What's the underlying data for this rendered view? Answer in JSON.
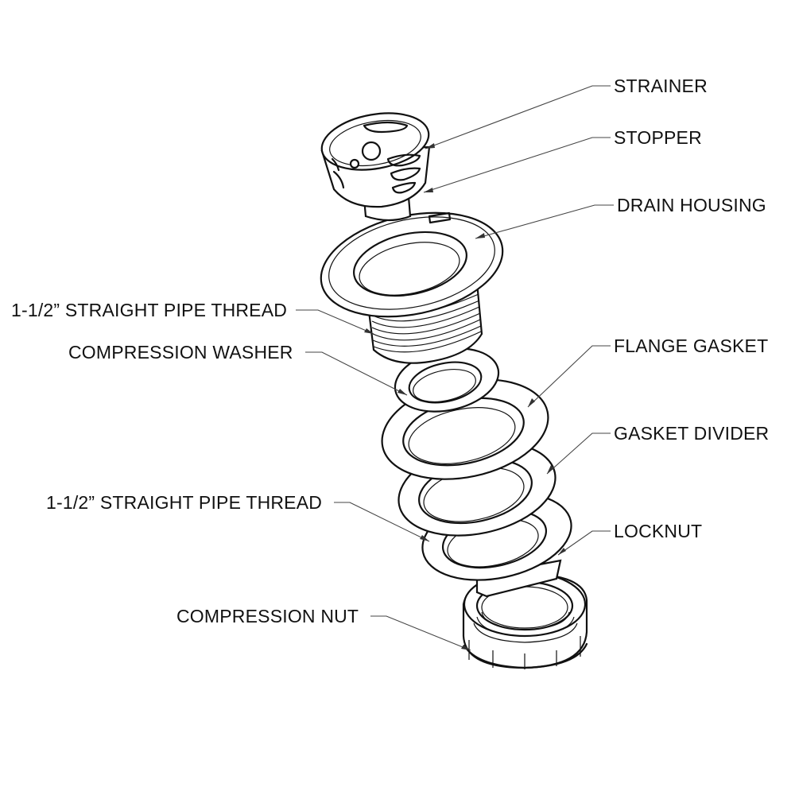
{
  "labels": {
    "strainer": "STRAINER",
    "stopper": "STOPPER",
    "drain_housing": "DRAIN HOUSING",
    "pipe_thread_upper": "1-1/2” STRAIGHT PIPE THREAD",
    "compression_washer": "COMPRESSION WASHER",
    "flange_gasket": "FLANGE GASKET",
    "gasket_divider": "GASKET DIVIDER",
    "pipe_thread_lower": "1-1/2” STRAIGHT PIPE THREAD",
    "locknut": "LOCKNUT",
    "compression_nut": "COMPRESSION NUT"
  },
  "colors": {
    "line": "#111111",
    "background": "#ffffff"
  }
}
